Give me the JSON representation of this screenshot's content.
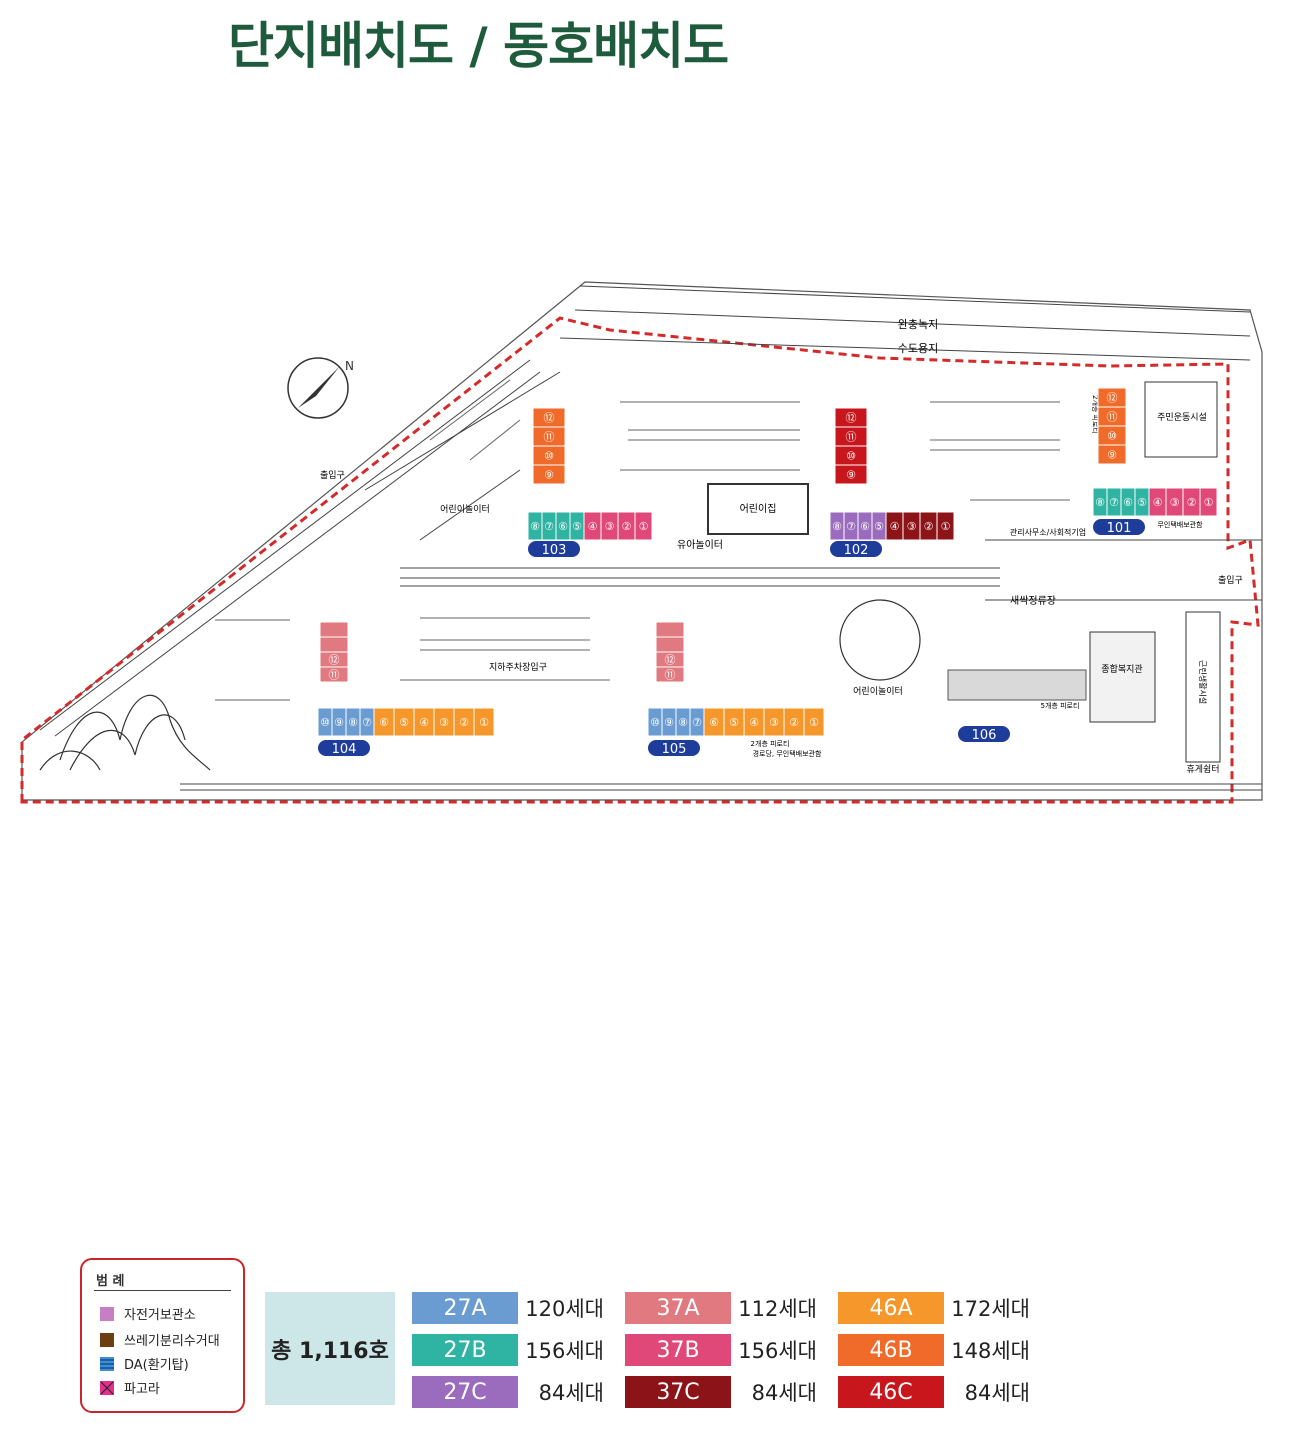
{
  "title": "단지배치도 / 동호배치도",
  "map": {
    "labels": {
      "buffer_green": "완충녹지",
      "water_site": "수도용지",
      "entrance_left": "출입구",
      "entrance_right": "출입구",
      "playground_103": "어린이놀이터",
      "toddler_play": "유아놀이터",
      "daycare": "어린이집",
      "playground_105": "어린이놀이터",
      "fitness": "주민운동시설",
      "office": "관리사무소/사회적기업",
      "bus_stop": "새싹정류장",
      "welfare": "종합복지관",
      "parking_entrance": "지하주차장입구",
      "rest_area": "휴게쉼터",
      "piloti_105": "2개층 피로티",
      "piloti_105_sub": "경로당, 무인택배보관함",
      "piloti_106": "5개층 피로티",
      "piloti_101": "2개층 피로티",
      "delivery_101": "무인택배보관함",
      "neighborhood_park": "근린생활시설"
    },
    "buildings": [
      {
        "id": "101",
        "label": "101"
      },
      {
        "id": "102",
        "label": "102"
      },
      {
        "id": "103",
        "label": "103"
      },
      {
        "id": "104",
        "label": "104"
      },
      {
        "id": "105",
        "label": "105"
      },
      {
        "id": "106",
        "label": "106"
      }
    ],
    "unit_marks": [
      "①",
      "②",
      "③",
      "④",
      "⑤",
      "⑥",
      "⑦",
      "⑧",
      "⑨",
      "⑩",
      "⑪",
      "⑫"
    ],
    "colors": {
      "27A": "#6a9bd1",
      "27B": "#2fb3a2",
      "27C": "#9b6bbd",
      "37A": "#e07a80",
      "37B": "#e0487a",
      "37C": "#8c1418",
      "46A": "#f5972a",
      "46B": "#f06a2a",
      "46C": "#c8161d",
      "boundary": "#d42a2a",
      "badge": "#1e3c9a"
    }
  },
  "legend": {
    "title": "범 례",
    "items": [
      {
        "label": "자전거보관소",
        "color": "#c77fc4"
      },
      {
        "label": "쓰레기분리수거대",
        "color": "#6b3f12"
      },
      {
        "label": "DA(환기탑)",
        "color": "#3a8fd6"
      },
      {
        "label": "파고라",
        "color": "#e0308a"
      }
    ]
  },
  "summary": {
    "total": "총 1,116호",
    "types": [
      {
        "type": "27A",
        "count": "120세대",
        "color": "#6a9bd1"
      },
      {
        "type": "27B",
        "count": "156세대",
        "color": "#2fb3a2"
      },
      {
        "type": "27C",
        "count": "84세대",
        "color": "#9b6bbd"
      },
      {
        "type": "37A",
        "count": "112세대",
        "color": "#e07a80"
      },
      {
        "type": "37B",
        "count": "156세대",
        "color": "#e0487a"
      },
      {
        "type": "37C",
        "count": "84세대",
        "color": "#8c1418"
      },
      {
        "type": "46A",
        "count": "172세대",
        "color": "#f5972a"
      },
      {
        "type": "46B",
        "count": "148세대",
        "color": "#f06a2a"
      },
      {
        "type": "46C",
        "count": "84세대",
        "color": "#c8161d"
      }
    ]
  }
}
